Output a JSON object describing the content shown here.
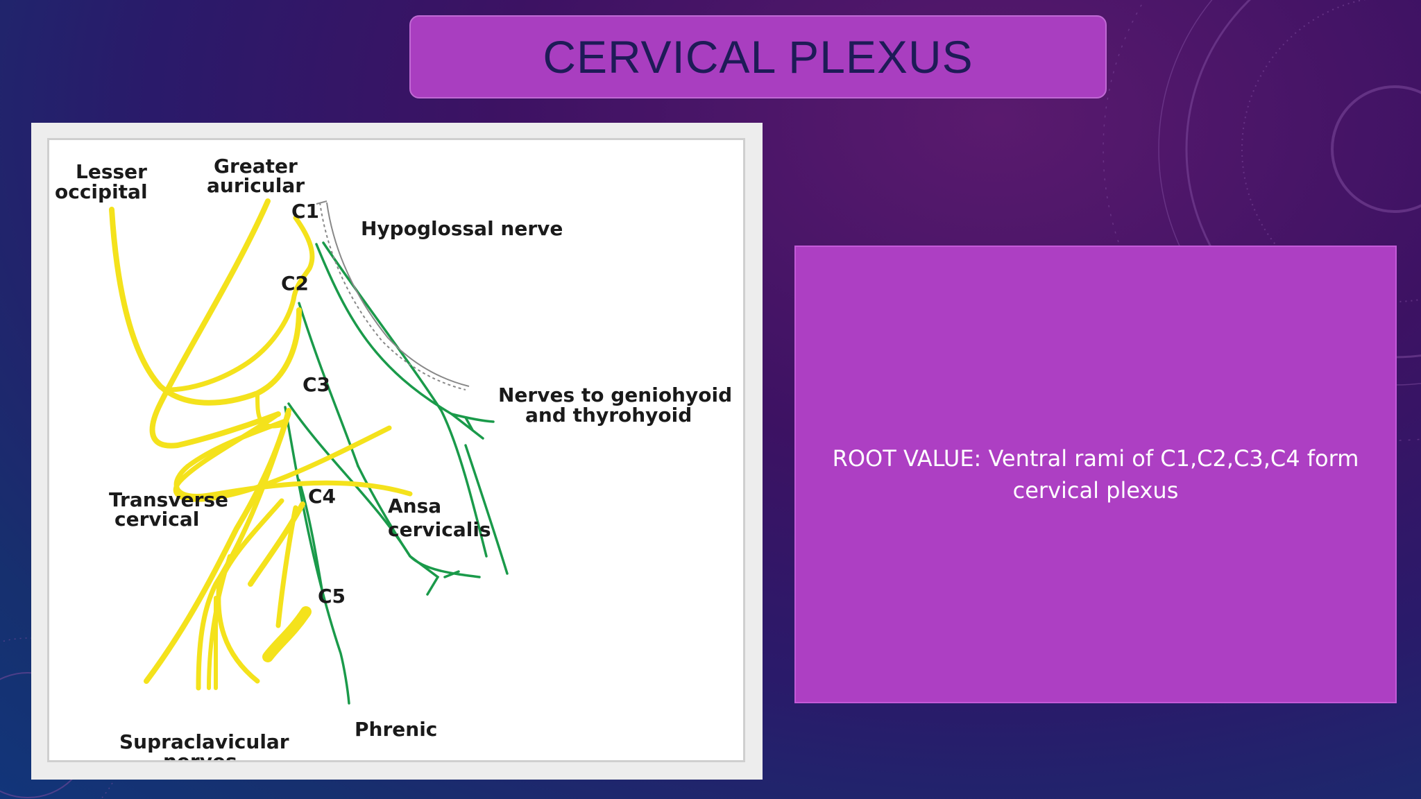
{
  "slide": {
    "title": "CERVICAL PLEXUS",
    "info_text": "ROOT VALUE: Ventral rami of C1,C2,C3,C4 form cervical plexus"
  },
  "diagram": {
    "labels": {
      "lesser_occipital_1": "Lesser",
      "lesser_occipital_2": "occipital",
      "greater_auricular_1": "Greater",
      "greater_auricular_2": "auricular",
      "c1": "C1",
      "c2": "C2",
      "c3": "C3",
      "c4": "C4",
      "c5": "C5",
      "hypoglossal": "Hypoglossal nerve",
      "geniohyoid_1": "Nerves to geniohyoid",
      "geniohyoid_2": "and thyrohyoid",
      "transverse_1": "Transverse",
      "transverse_2": "cervical",
      "ansa_1": "Ansa",
      "ansa_2": "cervicalis",
      "phrenic": "Phrenic",
      "supraclavicular_1": "Supraclavicular",
      "supraclavicular_2": "nerves"
    }
  },
  "colors": {
    "nerve_yellow": "#f4e21c",
    "nerve_green": "#1a9a4a",
    "title_bg": "#a93ec0",
    "info_bg": "#ad3fc3"
  }
}
